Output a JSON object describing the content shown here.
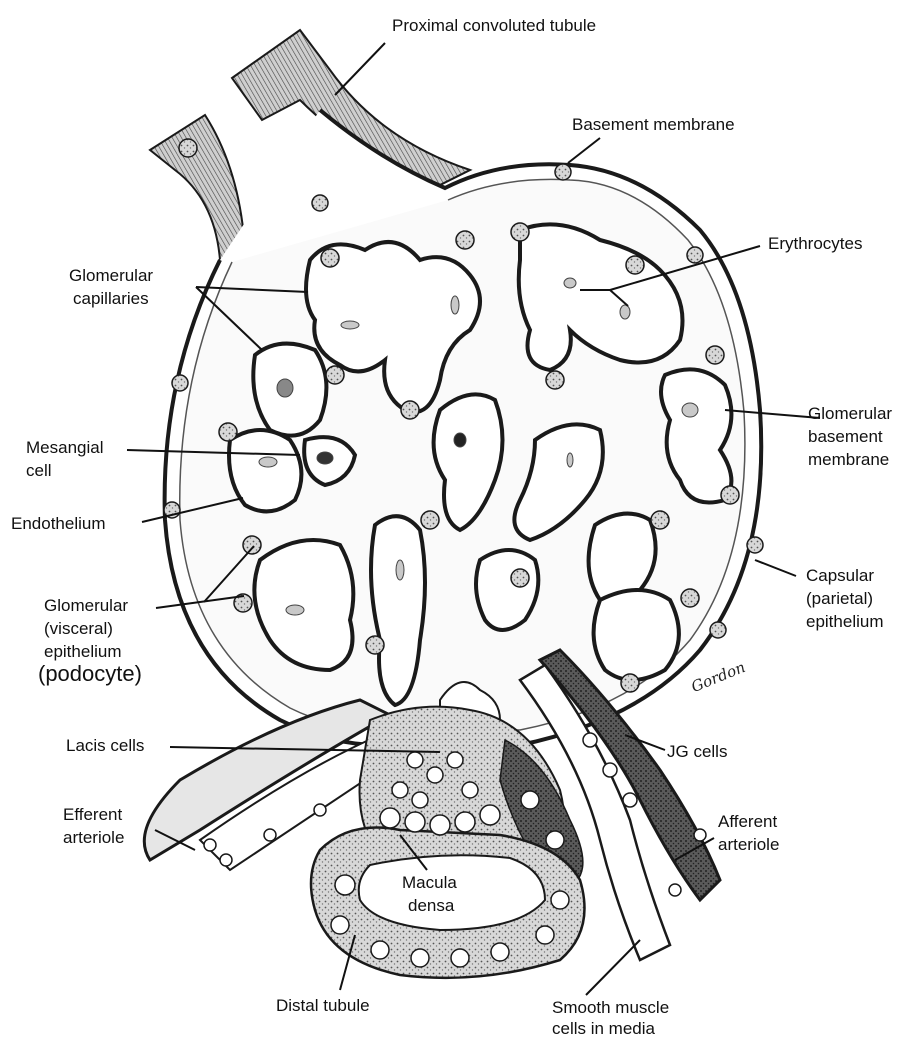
{
  "labels": {
    "proximal": "Proximal convoluted tubule",
    "basement": "Basement membrane",
    "erythrocytes": "Erythrocytes",
    "glom_cap_1": "Glomerular",
    "glom_cap_2": "capillaries",
    "gbm_1": "Glomerular",
    "gbm_2": "basement",
    "gbm_3": "membrane",
    "mesangial_1": "Mesangial",
    "mesangial_2": "cell",
    "endothelium": "Endothelium",
    "visceral_1": "Glomerular",
    "visceral_2": "(visceral)",
    "visceral_3": "epithelium",
    "visceral_4": "(podocyte)",
    "capsular_1": "Capsular",
    "capsular_2": "(parietal)",
    "capsular_3": "epithelium",
    "lacis": "Lacis cells",
    "jg": "JG cells",
    "efferent_1": "Efferent",
    "efferent_2": "arteriole",
    "afferent_1": "Afferent",
    "afferent_2": "arteriole",
    "macula_1": "Macula",
    "macula_2": "densa",
    "distal": "Distal tubule",
    "smooth_1": "Smooth muscle",
    "smooth_2": "cells in media"
  },
  "signature": "Gordon",
  "colors": {
    "ink": "#1a1a1a",
    "fill": "#f2f2f2",
    "dark": "#3a3a3a"
  }
}
